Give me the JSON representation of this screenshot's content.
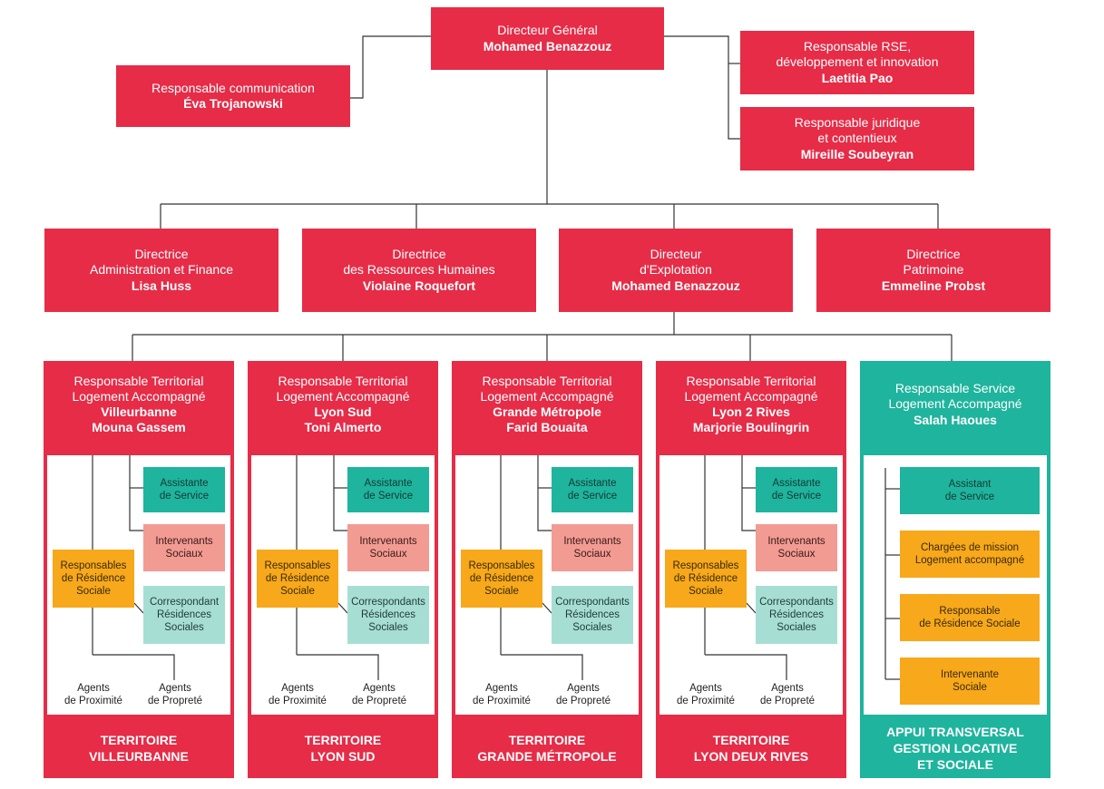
{
  "top": {
    "dg": {
      "title": "Directeur Général",
      "name": "Mohamed Benazzouz"
    },
    "comm": {
      "title": "Responsable communication",
      "name": "Éva Trojanowski"
    },
    "rse": {
      "title": "Responsable RSE,\ndéveloppement et innovation",
      "name": "Laetitia Pao"
    },
    "juri": {
      "title": "Responsable juridique\net contentieux",
      "name": "Mireille Soubeyran"
    }
  },
  "directors": [
    {
      "title": "Directrice\nAdministration et Finance",
      "name": "Lisa Huss"
    },
    {
      "title": "Directrice\ndes Ressources Humaines",
      "name": "Violaine Roquefort"
    },
    {
      "title": "Directeur\nd'Explotation",
      "name": "Mohamed Benazzouz"
    },
    {
      "title": "Directrice\nPatrimoine",
      "name": "Emmeline Probst"
    }
  ],
  "territories": [
    {
      "title": "Responsable Territorial\nLogement Accompagné",
      "place": "Villeurbanne",
      "name": "Mouna Gassem",
      "assist": "Assistante\nde Service",
      "interv": "Intervenants\nSociaux",
      "corresp": "Correspondant\nRésidences\nSociales",
      "resp": "Responsables\nde Résidence\nSociale",
      "agents_prox": "Agents\nde Proximité",
      "agents_prop": "Agents\nde Propreté",
      "footer": "TERRITOIRE\nVILLEURBANNE"
    },
    {
      "title": "Responsable Territorial\nLogement Accompagné",
      "place": "Lyon Sud",
      "name": "Toni Almerto",
      "assist": "Assistante\nde Service",
      "interv": "Intervenants\nSociaux",
      "corresp": "Correspondants\nRésidences\nSociales",
      "resp": "Responsables\nde Résidence\nSociale",
      "agents_prox": "Agents\nde Proximité",
      "agents_prop": "Agents\nde Propreté",
      "footer": "TERRITOIRE\nLYON SUD"
    },
    {
      "title": "Responsable Territorial\nLogement Accompagné",
      "place": "Grande Métropole",
      "name": "Farid Bouaita",
      "assist": "Assistante\nde Service",
      "interv": "Intervenants\nSociaux",
      "corresp": "Correspondants\nRésidences\nSociales",
      "resp": "Responsables\nde Résidence\nSociale",
      "agents_prox": "Agents\nde Proximité",
      "agents_prop": "Agents\nde Propreté",
      "footer": "TERRITOIRE\nGRANDE MÉTROPOLE"
    },
    {
      "title": "Responsable Territorial\nLogement Accompagné",
      "place": "Lyon 2 Rives",
      "name": "Marjorie Boulingrin",
      "assist": "Assistante\nde Service",
      "interv": "Intervenants\nSociaux",
      "corresp": "Correspondants\nRésidences\nSociales",
      "resp": "Responsables\nde Résidence\nSociale",
      "agents_prox": "Agents\nde Proximité",
      "agents_prop": "Agents\nde Propreté",
      "footer": "TERRITOIRE\nLYON DEUX RIVES"
    }
  ],
  "service": {
    "title": "Responsable Service\nLogement Accompagné",
    "name": "Salah Haoues",
    "items": [
      "Assistant\nde Service",
      "Chargées de mission\nLogement accompagné",
      "Responsable\nde Résidence Sociale",
      "Intervenante\nSociale"
    ],
    "footer": "APPUI TRANSVERSAL\nGESTION LOCATIVE\nET SOCIALE"
  },
  "colors": {
    "red": "#e62c47",
    "teal": "#1fb49d",
    "orange": "#f7a81b",
    "salmon": "#f29b93",
    "mint": "#a7ded4"
  }
}
